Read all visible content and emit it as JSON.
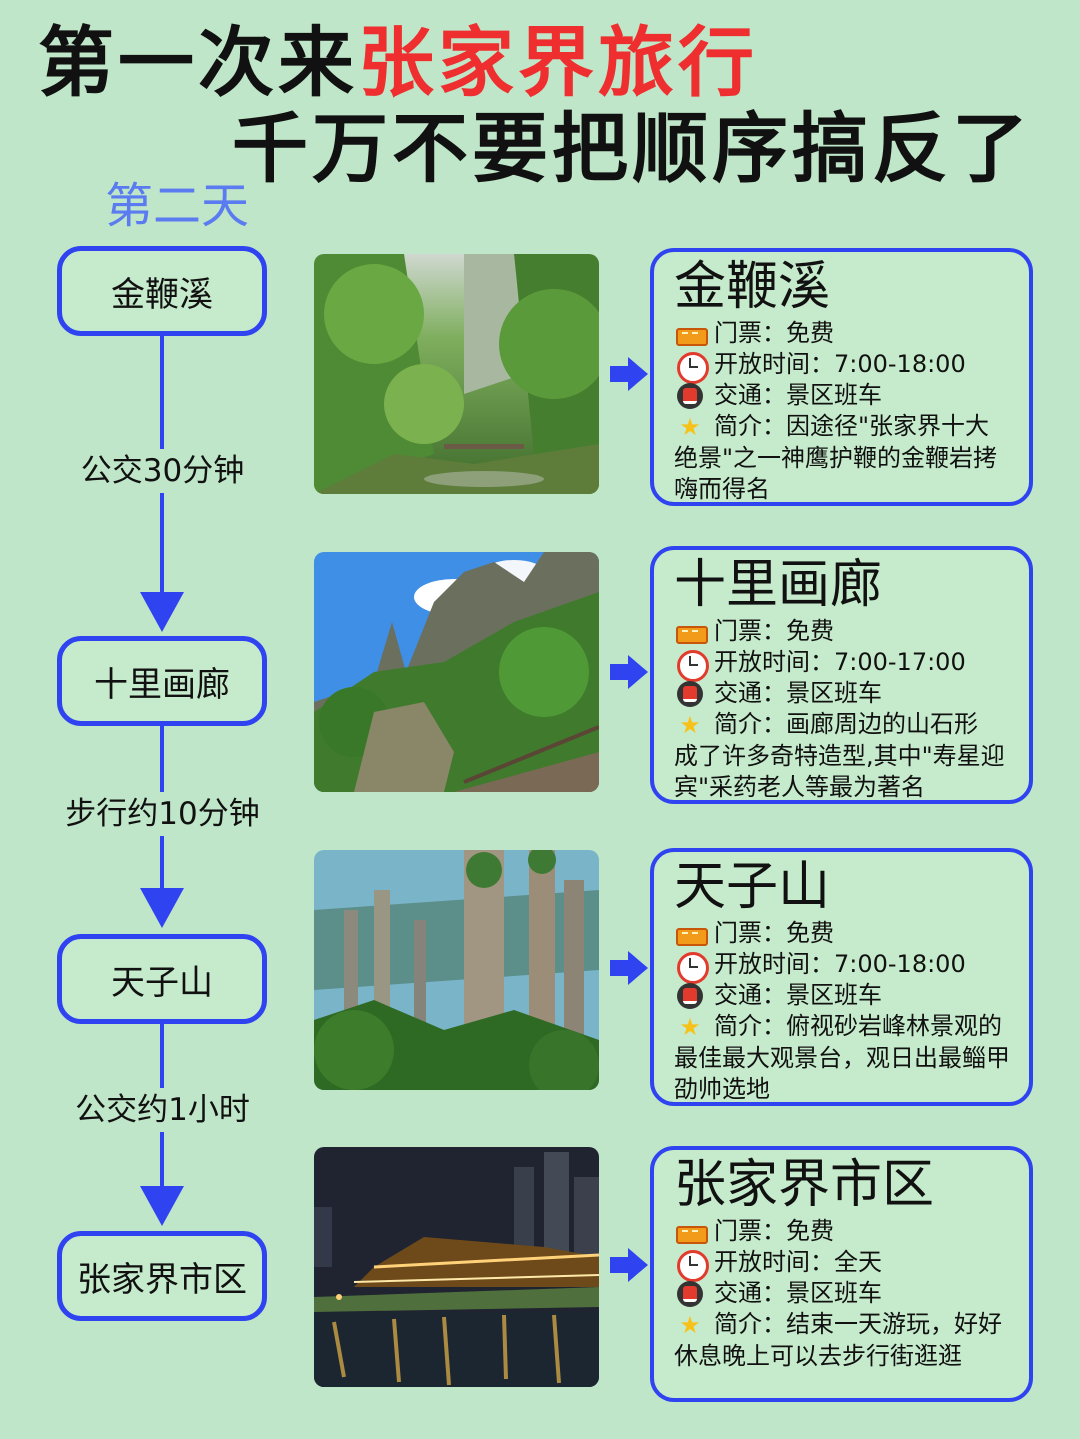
{
  "title": {
    "line1_prefix": "第一次来",
    "line1_highlight": "张家界旅行",
    "line2": "千万不要把顺序搞反了"
  },
  "day_label": "第二天",
  "colors": {
    "accent": "#2f44f0",
    "highlight": "#ef2f2f",
    "day": "#5b7bf0",
    "background": "#bfe6c8"
  },
  "route": {
    "nodes": [
      "金鞭溪",
      "十里画廊",
      "天子山",
      "张家界市区"
    ],
    "legs": [
      "公交30分钟",
      "步行约10分钟",
      "公交约1小时"
    ]
  },
  "spots": [
    {
      "name": "金鞭溪",
      "ticket": "门票：免费",
      "hours": "开放时间：7:00-18:00",
      "transport": "交通：景区班车",
      "intro_first": "简介：因途径\"张家界十大",
      "intro_rest": "绝景\"之一神鹰护鞭的金鞭岩拷嗨而得名",
      "photo": "forest-stream"
    },
    {
      "name": "十里画廊",
      "ticket": "门票：免费",
      "hours": "开放时间：7:00-17:00",
      "transport": "交通：景区班车",
      "intro_first": "简介：画廊周边的山石形",
      "intro_rest": "成了许多奇特造型,其中\"寿星迎宾\"采药老人等最为著名",
      "photo": "karst-peaks"
    },
    {
      "name": "天子山",
      "ticket": "门票：免费",
      "hours": "开放时间：7:00-18:00",
      "transport": "交通：景区班车",
      "intro_first": "简介：俯视砂岩峰林景观的",
      "intro_rest": "最佳最大观景台，观日出最鲻甲劭帅选地",
      "photo": "sandstone-pillars"
    },
    {
      "name": "张家界市区",
      "ticket": "门票：免费",
      "hours": "开放时间：全天",
      "transport": "交通：景区班车",
      "intro_first": "简介：结束一天游玩，好好",
      "intro_rest": "休息晚上可以去步行街逛逛",
      "photo": "city-night"
    }
  ]
}
